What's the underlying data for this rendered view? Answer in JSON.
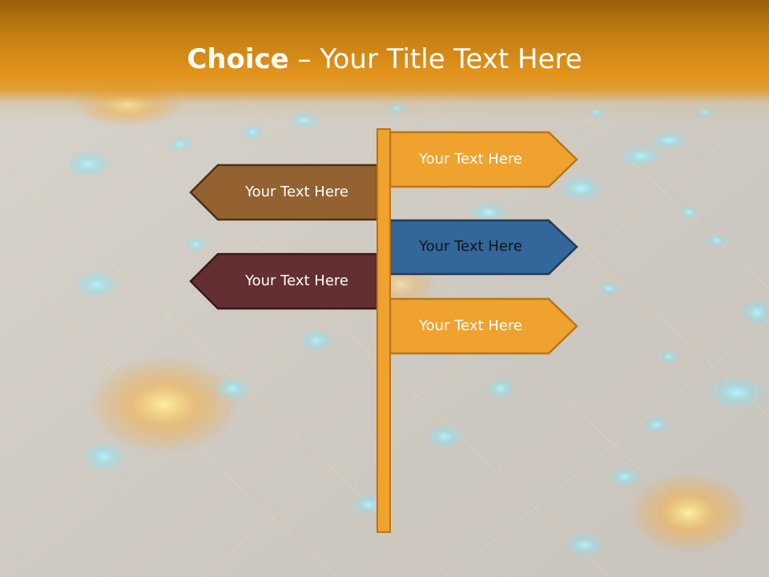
{
  "slide": {
    "title_bold": "Choice",
    "title_rest": " – Your Title Text Here"
  },
  "signs": [
    {
      "label": "Your Text Here",
      "direction": "right",
      "fill": "#f0a22e",
      "text_color": "#ffffff"
    },
    {
      "label": "Your Text Here",
      "direction": "left",
      "fill": "#946130",
      "text_color": "#ffffff"
    },
    {
      "label": "Your Text Here",
      "direction": "right",
      "fill": "#336699",
      "text_color": "#10151c"
    },
    {
      "label": "Your Text Here",
      "direction": "left",
      "fill": "#632f30",
      "text_color": "#ffffff"
    },
    {
      "label": "Your Text Here",
      "direction": "right",
      "fill": "#f0a22e",
      "text_color": "#ffffff"
    }
  ],
  "colors": {
    "header_orange": "#e3941b",
    "post": "#f0a22e",
    "post_border": "#b8751b",
    "background": "#cfcbc4"
  }
}
